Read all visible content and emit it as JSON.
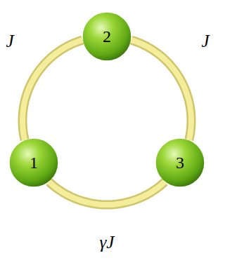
{
  "diagram": {
    "nodes": [
      {
        "text": [
          "1"
        ]
      },
      {
        "text": [
          "2"
        ]
      },
      {
        "text": [
          "3"
        ]
      }
    ],
    "edges": [
      {
        "from": 0,
        "to": 1,
        "arrow": "none",
        "label": "J"
      },
      {
        "from": 1,
        "to": 2,
        "arrow": "none",
        "label": "J"
      },
      {
        "from": 0,
        "to": 2,
        "arrow": "none",
        "label": "γJ"
      }
    ]
  }
}
